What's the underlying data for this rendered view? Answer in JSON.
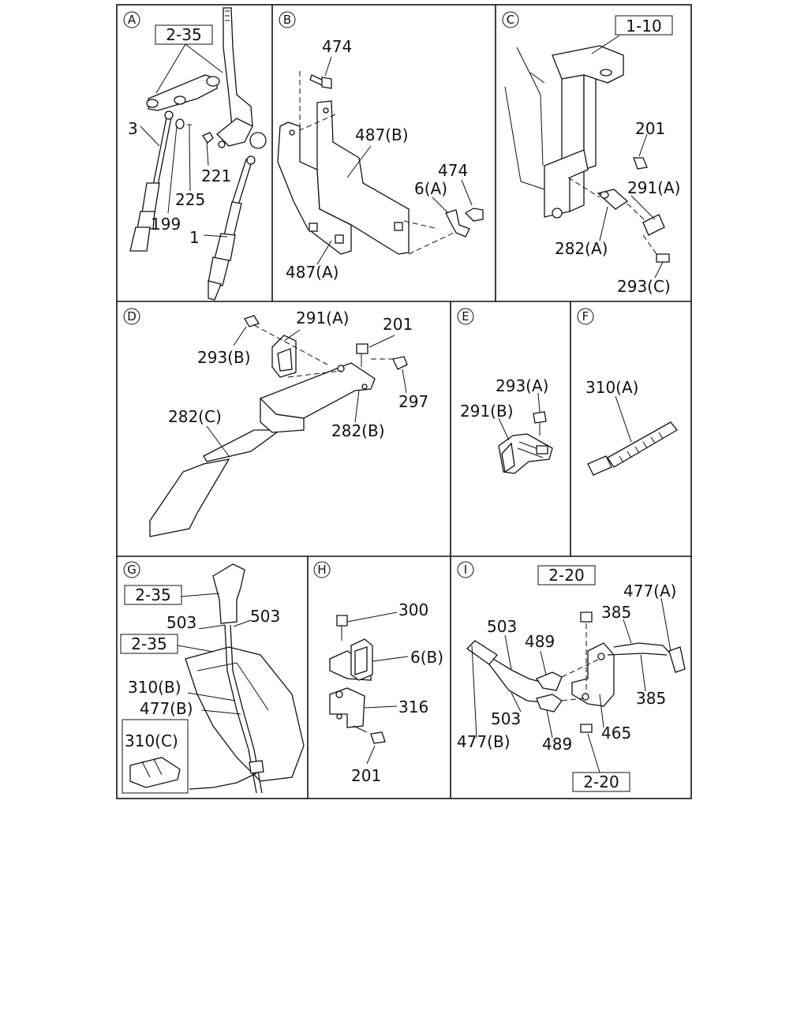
{
  "panels": [
    {
      "letter": "A"
    },
    {
      "letter": "B"
    },
    {
      "letter": "C"
    },
    {
      "letter": "D"
    },
    {
      "letter": "E"
    },
    {
      "letter": "F"
    },
    {
      "letter": "G"
    },
    {
      "letter": "H"
    },
    {
      "letter": "I"
    }
  ],
  "refs": {
    "a_2_35": "2-35",
    "c_1_10": "1-10",
    "g_2_35_top": "2-35",
    "g_2_35_mid": "2-35",
    "i_2_20_top": "2-20",
    "i_2_20_bot": "2-20"
  },
  "labels": {
    "a_3": "3",
    "a_199": "199",
    "a_225": "225",
    "a_221": "221",
    "a_1": "1",
    "b_474_top": "474",
    "b_487b": "487(B)",
    "b_474_right": "474",
    "b_6a": "6(A)",
    "b_487a": "487(A)",
    "c_201": "201",
    "c_291a": "291(A)",
    "c_282a": "282(A)",
    "c_293c": "293(C)",
    "d_291a": "291(A)",
    "d_201": "201",
    "d_293b": "293(B)",
    "d_297": "297",
    "d_282c": "282(C)",
    "d_282b": "282(B)",
    "e_293a": "293(A)",
    "e_291b": "291(B)",
    "f_310a": "310(A)",
    "g_503_left": "503",
    "g_503_right": "503",
    "g_310b": "310(B)",
    "g_477b": "477(B)",
    "g_310c": "310(C)",
    "h_300": "300",
    "h_6b": "6(B)",
    "h_316": "316",
    "h_201": "201",
    "i_477a": "477(A)",
    "i_385_top": "385",
    "i_503_top": "503",
    "i_489_top": "489",
    "i_385_right": "385",
    "i_503_bot": "503",
    "i_477b": "477(B)",
    "i_489_bot": "489",
    "i_465": "465"
  }
}
